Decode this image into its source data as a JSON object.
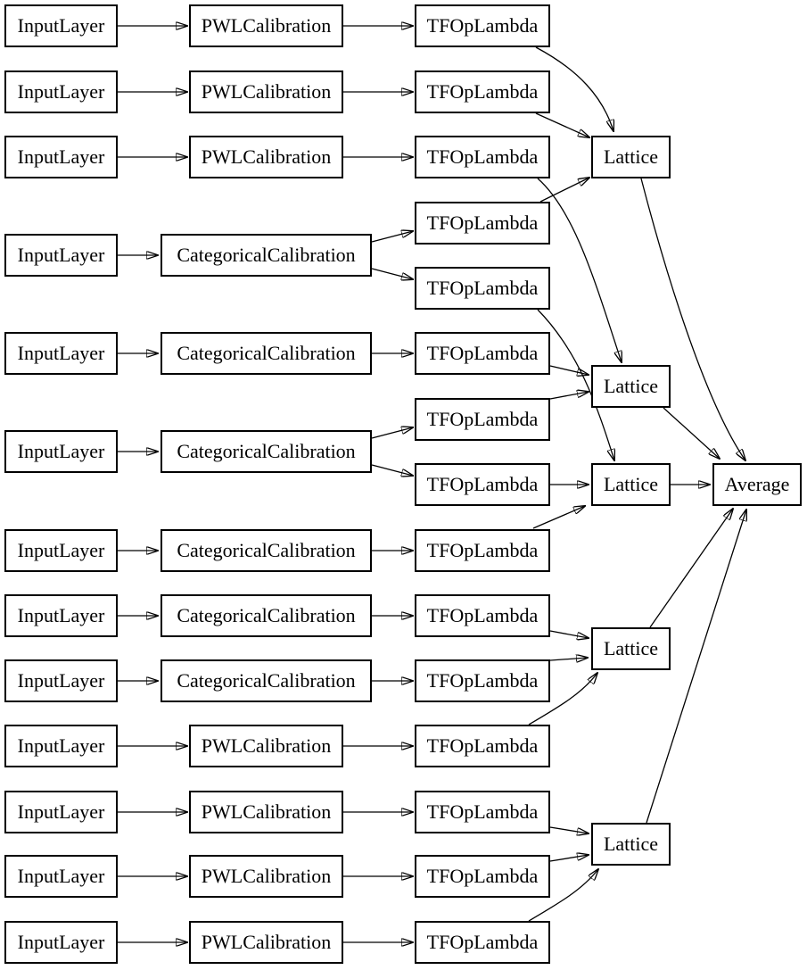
{
  "diagram": {
    "type": "model-architecture-graph",
    "colors": {
      "background": "#ffffff",
      "node_fill": "#ffffff",
      "node_border": "#000000",
      "text": "#000000",
      "edge": "#000000"
    },
    "labels": {
      "input": "InputLayer",
      "pwl": "PWLCalibration",
      "cat": "CategoricalCalibration",
      "lambda": "TFOpLambda",
      "lattice": "Lattice",
      "average": "Average"
    },
    "nodes": [
      {
        "id": "input_1",
        "label": "InputLayer"
      },
      {
        "id": "input_2",
        "label": "InputLayer"
      },
      {
        "id": "input_3",
        "label": "InputLayer"
      },
      {
        "id": "input_4",
        "label": "InputLayer"
      },
      {
        "id": "input_5",
        "label": "InputLayer"
      },
      {
        "id": "input_6",
        "label": "InputLayer"
      },
      {
        "id": "input_7",
        "label": "InputLayer"
      },
      {
        "id": "input_8",
        "label": "InputLayer"
      },
      {
        "id": "input_9",
        "label": "InputLayer"
      },
      {
        "id": "input_10",
        "label": "InputLayer"
      },
      {
        "id": "input_11",
        "label": "InputLayer"
      },
      {
        "id": "input_12",
        "label": "InputLayer"
      },
      {
        "id": "input_13",
        "label": "InputLayer"
      },
      {
        "id": "pwl_1",
        "label": "PWLCalibration"
      },
      {
        "id": "pwl_2",
        "label": "PWLCalibration"
      },
      {
        "id": "pwl_3",
        "label": "PWLCalibration"
      },
      {
        "id": "pwl_4",
        "label": "PWLCalibration"
      },
      {
        "id": "pwl_5",
        "label": "PWLCalibration"
      },
      {
        "id": "pwl_6",
        "label": "PWLCalibration"
      },
      {
        "id": "pwl_7",
        "label": "PWLCalibration"
      },
      {
        "id": "cat_1",
        "label": "CategoricalCalibration"
      },
      {
        "id": "cat_2",
        "label": "CategoricalCalibration"
      },
      {
        "id": "cat_3",
        "label": "CategoricalCalibration"
      },
      {
        "id": "cat_4",
        "label": "CategoricalCalibration"
      },
      {
        "id": "cat_5",
        "label": "CategoricalCalibration"
      },
      {
        "id": "cat_6",
        "label": "CategoricalCalibration"
      },
      {
        "id": "lambda_1",
        "label": "TFOpLambda"
      },
      {
        "id": "lambda_2",
        "label": "TFOpLambda"
      },
      {
        "id": "lambda_3",
        "label": "TFOpLambda"
      },
      {
        "id": "lambda_4",
        "label": "TFOpLambda"
      },
      {
        "id": "lambda_5",
        "label": "TFOpLambda"
      },
      {
        "id": "lambda_6",
        "label": "TFOpLambda"
      },
      {
        "id": "lambda_7",
        "label": "TFOpLambda"
      },
      {
        "id": "lambda_8",
        "label": "TFOpLambda"
      },
      {
        "id": "lambda_9",
        "label": "TFOpLambda"
      },
      {
        "id": "lambda_10",
        "label": "TFOpLambda"
      },
      {
        "id": "lambda_11",
        "label": "TFOpLambda"
      },
      {
        "id": "lambda_12",
        "label": "TFOpLambda"
      },
      {
        "id": "lambda_13",
        "label": "TFOpLambda"
      },
      {
        "id": "lambda_14",
        "label": "TFOpLambda"
      },
      {
        "id": "lambda_15",
        "label": "TFOpLambda"
      },
      {
        "id": "lattice_1",
        "label": "Lattice"
      },
      {
        "id": "lattice_2",
        "label": "Lattice"
      },
      {
        "id": "lattice_3",
        "label": "Lattice"
      },
      {
        "id": "lattice_4",
        "label": "Lattice"
      },
      {
        "id": "lattice_5",
        "label": "Lattice"
      },
      {
        "id": "average",
        "label": "Average"
      }
    ],
    "edges": [
      {
        "from": "input_1",
        "to": "pwl_1"
      },
      {
        "from": "input_2",
        "to": "pwl_2"
      },
      {
        "from": "input_3",
        "to": "pwl_3"
      },
      {
        "from": "input_4",
        "to": "cat_1"
      },
      {
        "from": "input_5",
        "to": "cat_2"
      },
      {
        "from": "input_6",
        "to": "cat_3"
      },
      {
        "from": "input_7",
        "to": "cat_4"
      },
      {
        "from": "input_8",
        "to": "cat_5"
      },
      {
        "from": "input_9",
        "to": "cat_6"
      },
      {
        "from": "input_10",
        "to": "pwl_4"
      },
      {
        "from": "input_11",
        "to": "pwl_5"
      },
      {
        "from": "input_12",
        "to": "pwl_6"
      },
      {
        "from": "input_13",
        "to": "pwl_7"
      },
      {
        "from": "pwl_1",
        "to": "lambda_1"
      },
      {
        "from": "pwl_2",
        "to": "lambda_2"
      },
      {
        "from": "pwl_3",
        "to": "lambda_3"
      },
      {
        "from": "cat_1",
        "to": "lambda_4"
      },
      {
        "from": "cat_1",
        "to": "lambda_5"
      },
      {
        "from": "cat_2",
        "to": "lambda_6"
      },
      {
        "from": "cat_3",
        "to": "lambda_7"
      },
      {
        "from": "cat_3",
        "to": "lambda_8"
      },
      {
        "from": "cat_4",
        "to": "lambda_9"
      },
      {
        "from": "cat_5",
        "to": "lambda_10"
      },
      {
        "from": "cat_6",
        "to": "lambda_11"
      },
      {
        "from": "pwl_4",
        "to": "lambda_12"
      },
      {
        "from": "pwl_5",
        "to": "lambda_13"
      },
      {
        "from": "pwl_6",
        "to": "lambda_14"
      },
      {
        "from": "pwl_7",
        "to": "lambda_15"
      },
      {
        "from": "lambda_1",
        "to": "lattice_1"
      },
      {
        "from": "lambda_2",
        "to": "lattice_1"
      },
      {
        "from": "lambda_4",
        "to": "lattice_1"
      },
      {
        "from": "lambda_3",
        "to": "lattice_2"
      },
      {
        "from": "lambda_6",
        "to": "lattice_2"
      },
      {
        "from": "lambda_7",
        "to": "lattice_2"
      },
      {
        "from": "lambda_5",
        "to": "lattice_3"
      },
      {
        "from": "lambda_8",
        "to": "lattice_3"
      },
      {
        "from": "lambda_9",
        "to": "lattice_3"
      },
      {
        "from": "lambda_10",
        "to": "lattice_4"
      },
      {
        "from": "lambda_11",
        "to": "lattice_4"
      },
      {
        "from": "lambda_12",
        "to": "lattice_4"
      },
      {
        "from": "lambda_13",
        "to": "lattice_5"
      },
      {
        "from": "lambda_14",
        "to": "lattice_5"
      },
      {
        "from": "lambda_15",
        "to": "lattice_5"
      },
      {
        "from": "lattice_1",
        "to": "average"
      },
      {
        "from": "lattice_2",
        "to": "average"
      },
      {
        "from": "lattice_3",
        "to": "average"
      },
      {
        "from": "lattice_4",
        "to": "average"
      },
      {
        "from": "lattice_5",
        "to": "average"
      }
    ]
  }
}
